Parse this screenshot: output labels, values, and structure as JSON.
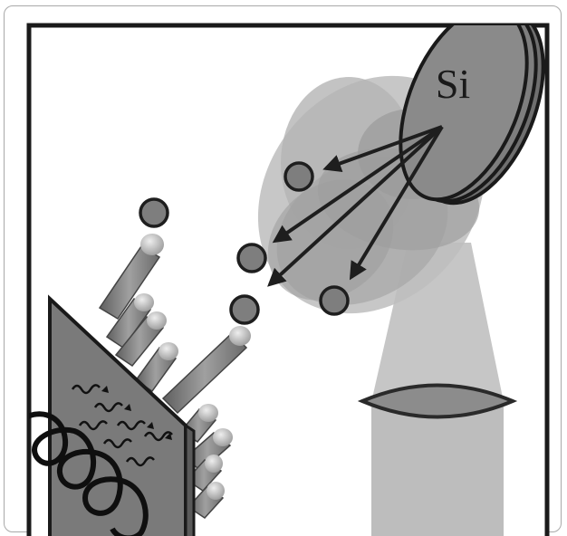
{
  "diagram": {
    "target_label": "Si",
    "components": [
      "silicon-target",
      "laser-beam",
      "focusing-lens",
      "plasma-plume",
      "ejected-particles",
      "nanowire-substrate",
      "heater-coil",
      "heat-waves"
    ],
    "colors": {
      "border": "#1a1a1a",
      "target": "#8a8a8a",
      "plume_light": "#b8b8b8",
      "plume_dark": "#9a9a9a",
      "particle": "#7e7e7e",
      "substrate": "#7a7a7a",
      "laser": "#bdbdbd",
      "lens": "#8c8c8c"
    }
  }
}
